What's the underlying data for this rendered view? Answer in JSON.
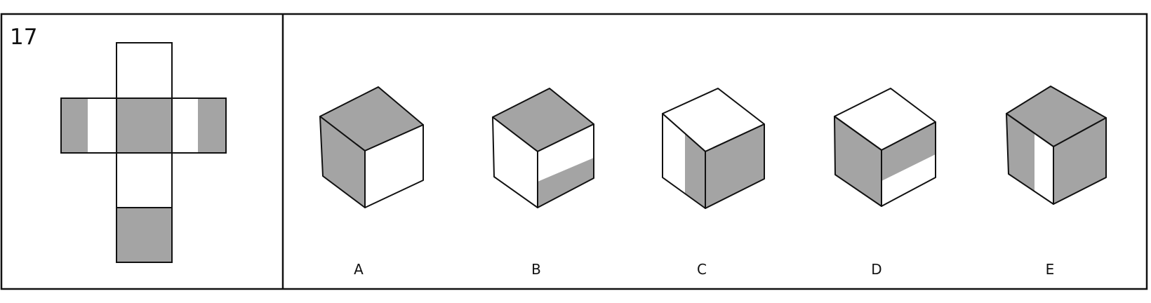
{
  "problem": {
    "number": "17"
  },
  "options": [
    {
      "letter": "A"
    },
    {
      "letter": "B"
    },
    {
      "letter": "C"
    },
    {
      "letter": "D"
    },
    {
      "letter": "E"
    }
  ],
  "colors": {
    "shade": "#a4a4a4",
    "line": "#111111",
    "paper": "#ffffff"
  }
}
